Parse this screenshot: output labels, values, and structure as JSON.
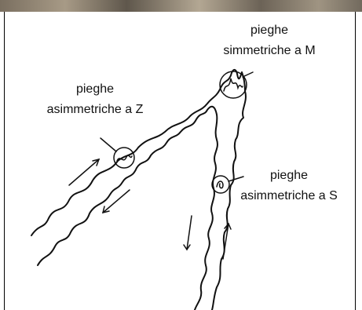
{
  "labels": {
    "m_line1": "pieghe",
    "m_line2": "simmetriche a M",
    "z_line1": "pieghe",
    "z_line2": "asimmetriche a Z",
    "s_line1": "pieghe",
    "s_line2": "asimmetriche a S"
  },
  "colors": {
    "line": "#111111",
    "background": "#ffffff"
  }
}
